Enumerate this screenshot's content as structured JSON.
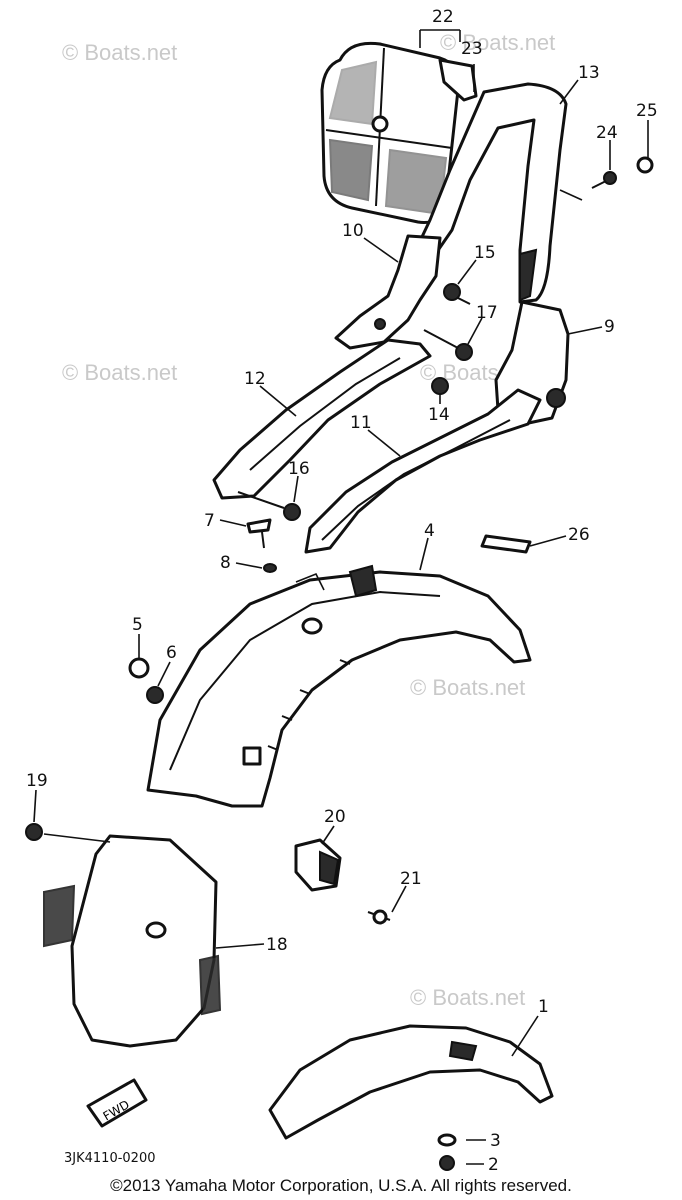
{
  "watermark": "© Boats.net",
  "drawing_code": "3JK4110-0200",
  "fwd_label": "FWD",
  "copyright": "©2013 Yamaha Motor Corporation, U.S.A. All rights reserved.",
  "callouts": {
    "c1": "1",
    "c2": "2",
    "c3": "3",
    "c4": "4",
    "c5": "5",
    "c6": "6",
    "c7": "7",
    "c8": "8",
    "c9": "9",
    "c10": "10",
    "c11": "11",
    "c12": "12",
    "c13": "13",
    "c14": "14",
    "c15": "15",
    "c16": "16",
    "c17": "17",
    "c18": "18",
    "c19": "19",
    "c20": "20",
    "c21": "21",
    "c22": "22",
    "c23": "23",
    "c24": "24",
    "c25": "25",
    "c26": "26"
  }
}
